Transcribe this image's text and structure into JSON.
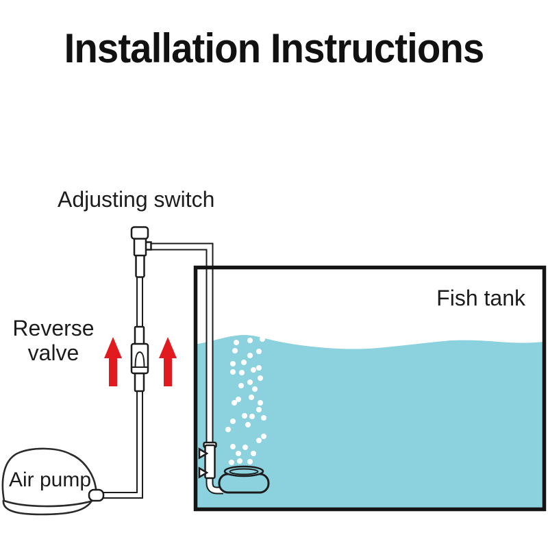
{
  "title": "Installation Instructions",
  "diagram": {
    "labels": {
      "adjusting_switch": "Adjusting switch",
      "reverse_valve": {
        "line1": "Reverse",
        "line2": "valve"
      },
      "air_pump": "Air pump",
      "fish_tank": "Fish tank"
    },
    "flow_arrows": {
      "direction": "up",
      "count": 2
    },
    "bubbles": [
      [
        344,
        486,
        2.5
      ],
      [
        352,
        483,
        3
      ],
      [
        372,
        481,
        3
      ],
      [
        388,
        489,
        3.5
      ],
      [
        345,
        500,
        4
      ],
      [
        365,
        497,
        4
      ],
      [
        383,
        495,
        4
      ],
      [
        343,
        512,
        4
      ],
      [
        378,
        513,
        4
      ],
      [
        365,
        519,
        4
      ],
      [
        340,
        531,
        4
      ],
      [
        356,
        529,
        4
      ],
      [
        378,
        537,
        4
      ],
      [
        340,
        543,
        4
      ],
      [
        353,
        544,
        4
      ],
      [
        370,
        540,
        4
      ],
      [
        380,
        552,
        4
      ],
      [
        365,
        558,
        4
      ],
      [
        352,
        563,
        4
      ],
      [
        372,
        568,
        4
      ],
      [
        367,
        580,
        4
      ],
      [
        348,
        583,
        4
      ],
      [
        342,
        588,
        4
      ],
      [
        380,
        588,
        4
      ],
      [
        378,
        598,
        4
      ],
      [
        357,
        607,
        4
      ],
      [
        368,
        608,
        4
      ],
      [
        385,
        610,
        4
      ],
      [
        340,
        615,
        4
      ],
      [
        362,
        620,
        4
      ],
      [
        333,
        627,
        4
      ],
      [
        385,
        637,
        4
      ],
      [
        378,
        643,
        4
      ],
      [
        340,
        652,
        4
      ],
      [
        358,
        653,
        4
      ],
      [
        348,
        662,
        4
      ],
      [
        370,
        662,
        4
      ],
      [
        338,
        675,
        4
      ],
      [
        350,
        673,
        4
      ],
      [
        365,
        674,
        4
      ]
    ]
  },
  "colors": {
    "background": "#ffffff",
    "water": "#8bd2de",
    "arrow_red": "#e01a1e",
    "line_dark": "#1c1c1c",
    "text": "#1c1c1c"
  }
}
